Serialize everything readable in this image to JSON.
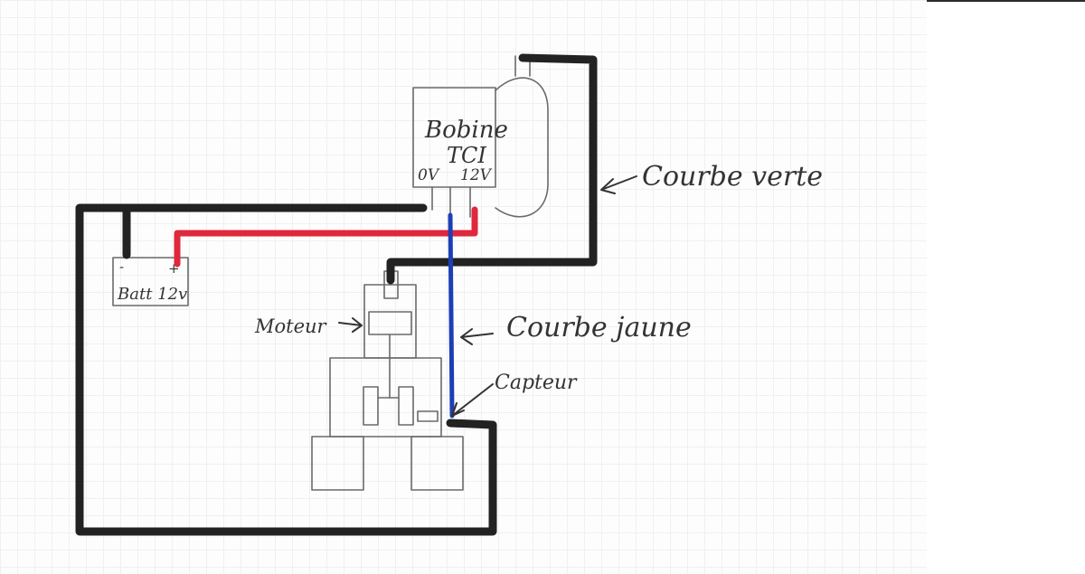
{
  "diagram": {
    "labels": {
      "coil_line1": "Bobine",
      "coil_line2": "TCI",
      "coil_0v": "0V",
      "coil_12v": "12V",
      "battery_minus": "-",
      "battery_plus": "+",
      "battery": "Batt 12v",
      "moteur": "Moteur",
      "courbe_verte": "Courbe verte",
      "courbe_jaune": "Courbe jaune",
      "capteur": "Capteur"
    },
    "colors": {
      "ground_wire": "#222222",
      "positive_wire": "#e0283c",
      "signal_wire": "#1d3fb5",
      "pencil": "#6a6a6a"
    }
  }
}
